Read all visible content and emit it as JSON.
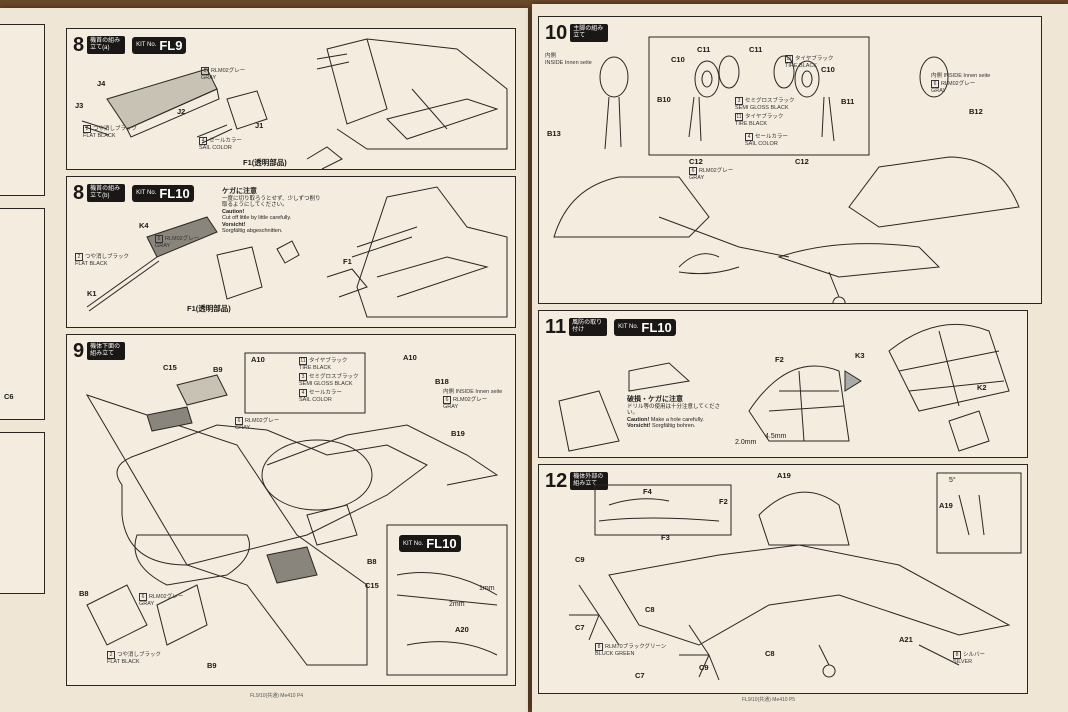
{
  "left_page": {
    "step8a": {
      "number": "8",
      "title": "機首の組み立て(a)",
      "kit_prefix": "KIT No.",
      "kit_code": "FL9",
      "parts": {
        "j4": "J4",
        "j3": "J3",
        "j2": "J2",
        "j1": "J1",
        "f1": "F1(透明部品)"
      },
      "paints": {
        "gray_jp": "RLM02グレー",
        "gray_en": "GRAY",
        "flat_black_jp": "つや消しブラック",
        "flat_black_en": "FLAT BLACK",
        "sail_jp": "セールカラー",
        "sail_en": "SAIL COLOR"
      }
    },
    "step8b": {
      "number": "8",
      "title": "機首の組み立て(b)",
      "kit_prefix": "KIT No.",
      "kit_code": "FL10",
      "parts": {
        "k4": "K4",
        "k1": "K1",
        "f1": "F1",
        "f1_clear": "F1(透明部品)"
      },
      "paints": {
        "gray_jp": "RLM02グレー",
        "gray_en": "GRAY",
        "flat_black_jp": "つや消しブラック",
        "flat_black_en": "FLAT BLACK"
      },
      "caution": {
        "title": "ケガに注意",
        "jp": "一度に切り取ろうとせず、少しずつ削り取るようにしてください。",
        "en_label": "Caution!",
        "en": "Cut off little by little carefully.",
        "de_label": "Vorsicht!",
        "de": "Sorgfältig abgeschnitten."
      }
    },
    "step9": {
      "number": "9",
      "title": "機体下面の組み立て",
      "parts": {
        "c15": "C15",
        "b9": "B9",
        "a10_left": "A10",
        "a10_right": "A10",
        "b18": "B18",
        "b19": "B19",
        "b8": "B8",
        "c15b": "C15",
        "b8b": "B8",
        "b9b": "B9"
      },
      "paints": {
        "tire_jp": "タイヤブラック",
        "tire_en": "TIRE BLACK",
        "semi_jp": "セミグロスブラック",
        "semi_en": "SEMI GLOSS BLACK",
        "sail_jp": "セールカラー",
        "sail_en": "SAIL COLOR",
        "inside_jp": "内側",
        "inside_en": "INSIDE",
        "inside_de": "Innen seite",
        "gray_jp": "RLM02グレー",
        "gray_en": "GRAY",
        "flat_black_jp": "つや消しブラック",
        "flat_black_en": "FLAT BLACK"
      },
      "inset": {
        "kit_prefix": "KIT No.",
        "kit_code": "FL10",
        "dim1": "1mm",
        "dim2": "2mm",
        "part": "A20"
      }
    },
    "edge": {
      "c6": "C6"
    },
    "footer": "FL9/10(共通) Me410 P4"
  },
  "right_page": {
    "step10": {
      "number": "10",
      "title": "主脚の組み立て",
      "parts": {
        "c11a": "C11",
        "c11b": "C11",
        "c10a": "C10",
        "c10b": "C10",
        "b10": "B10",
        "b11": "B11",
        "b12": "B12",
        "b13": "B13",
        "c12a": "C12",
        "c12b": "C12"
      },
      "paints": {
        "inside_jp": "内側",
        "inside_en": "INSIDE",
        "inside_de": "Innen seite",
        "tire_jp": "タイヤブラック",
        "tire_en": "TIRE BLACK",
        "semi_jp": "セミグロスブラック",
        "semi_en": "SEMI GLOSS BLACK",
        "sail_jp": "セールカラー",
        "sail_en": "SAIL COLOR",
        "gray_jp": "RLM02グレー",
        "gray_en": "GRAY"
      }
    },
    "step11": {
      "number": "11",
      "title": "風防の取り付け",
      "kit_prefix": "KIT No.",
      "kit_code": "FL10",
      "parts": {
        "f2": "F2",
        "k3": "K3",
        "k2": "K2"
      },
      "dims": {
        "d1": "2.0mm",
        "d2": "4.5mm"
      },
      "caution": {
        "title": "破損・ケガに注意",
        "jp": "ドリル等の使用は十分注意してください。",
        "en_label": "Caution!",
        "en": "Make a hole carefully.",
        "de_label": "Vorsicht!",
        "de": "Sorgfältig bohren."
      }
    },
    "step12": {
      "number": "12",
      "title": "機体外部の組み立て",
      "parts": {
        "a19a": "A19",
        "a19b": "A19",
        "f4": "F4",
        "f2": "F2",
        "f3": "F3",
        "c9a": "C9",
        "c9b": "C9",
        "c7a": "C7",
        "c7b": "C7",
        "c8a": "C8",
        "c8b": "C8",
        "a21": "A21"
      },
      "angle": "5°",
      "paints": {
        "green_jp": "RLM70ブラックグリーン",
        "green_en": "BLUCK GREEN",
        "silver_jp": "シルバー",
        "silver_en": "SILVER"
      }
    },
    "footer": "FL9/10(共通) Me410 P5"
  }
}
